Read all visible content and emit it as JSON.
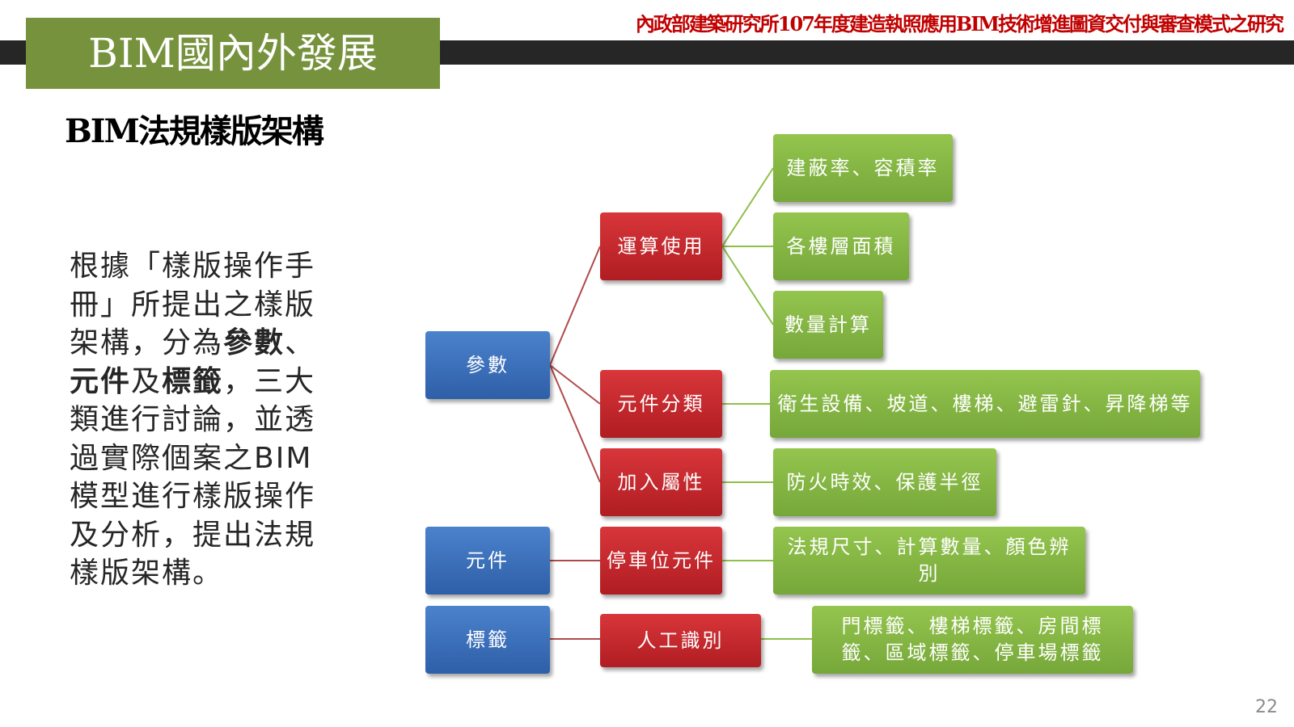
{
  "header": {
    "title": "BIM國內外發展",
    "org_title": "內政部建築研究所107年度建造執照應用BIM技術增進圖資交付與審查模式之研究"
  },
  "subtitle": "BIM法規樣版架構",
  "body": {
    "t1": "根據「樣版操作手冊」所提出之樣版架構，分為",
    "b1": "參數",
    "t2": "、",
    "b2": "元件",
    "t3": "及",
    "b3": "標籤",
    "t4": "，三大類進行討論，並透過實際個案之BIM模型進行樣版操作及分析，提出法規樣版架構。"
  },
  "diagram": {
    "categories": [
      "參數",
      "元件",
      "標籤"
    ],
    "subcategories": [
      "運算使用",
      "元件分類",
      "加入屬性",
      "停車位元件",
      "人工識別"
    ],
    "items": [
      "建蔽率、容積率",
      "各樓層面積",
      "數量計算",
      "衛生設備、坡道、樓梯、避雷針、昇降梯等",
      "防火時效、保護半徑",
      "法規尺寸、計算數量、顏色辨別",
      "門標籤、樓梯標籤、房間標籤、區域標籤、停車場標籤"
    ]
  },
  "colors": {
    "category": "#3a6fba",
    "subcategory": "#c62a2f",
    "item": "#84b543",
    "title_bg": "#76923c",
    "org_title": "#c00000"
  },
  "page_number": "22"
}
